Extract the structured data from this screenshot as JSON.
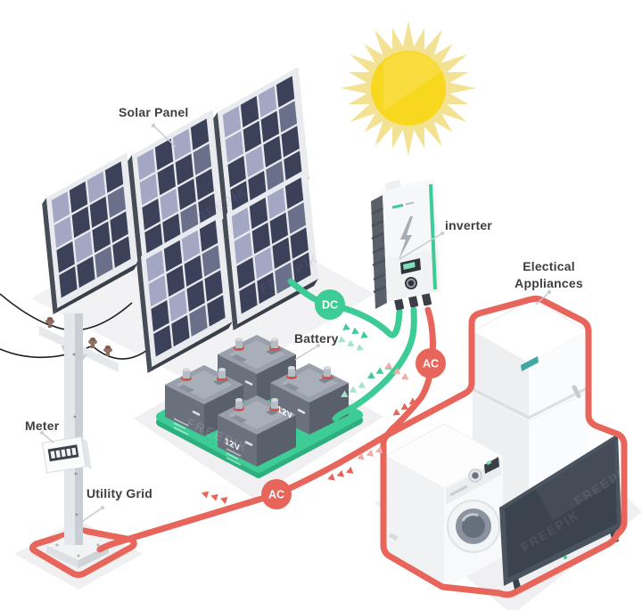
{
  "diagram": {
    "labels": {
      "solar_panel": "Solar Panel",
      "inverter": "inverter",
      "battery": "Battery",
      "meter": "Meter",
      "utility_grid": "Utility Grid",
      "appliances_line1": "Electical",
      "appliances_line2": "Appliances"
    },
    "badges": {
      "dc": "DC",
      "ac_from_inverter": "AC",
      "ac_to_grid": "AC"
    },
    "battery_voltage": "12V",
    "watermark": "FREEPIK",
    "colors": {
      "dc_wire_green": "#3dcb96",
      "ac_wire_red": "#e8655b",
      "sun_core_yellow": "#f8d71f",
      "sun_ray_yellow": "#f4e294",
      "panel_cell_dark": "#3c415a",
      "panel_cell_light": "#a3a7c4",
      "battery_body_gray": "#6a717d",
      "label_text": "#3f3f3f"
    }
  }
}
